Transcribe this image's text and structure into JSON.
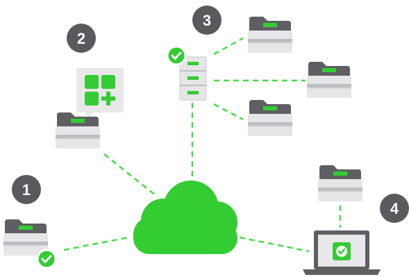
{
  "colors": {
    "accent": "#33cc33",
    "accent_dark": "#22a722",
    "badge": "#5a5a5e",
    "printer_top": "#5f5f63",
    "printer_body": "#e6e6e8",
    "printer_slot": "#bdbdc2",
    "line": "#44dd44",
    "bubble": "#e8e8ea"
  },
  "steps": [
    {
      "number": "1"
    },
    {
      "number": "2"
    },
    {
      "number": "3"
    },
    {
      "number": "4"
    }
  ],
  "icons": {
    "cloud": "cloud-icon",
    "server": "server-icon",
    "laptop": "laptop-icon",
    "check": "check-icon",
    "app_grid": "app-grid-plus-icon",
    "printer": "printer-icon"
  }
}
